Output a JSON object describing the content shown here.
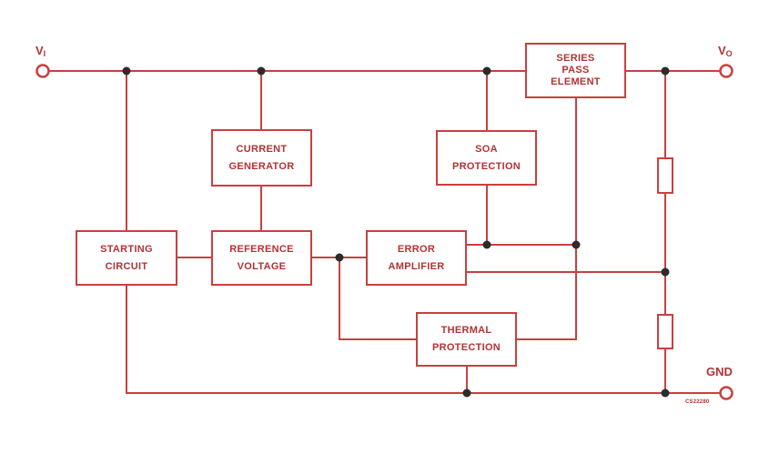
{
  "diagram": {
    "title": "voltage-regulator-block-diagram",
    "code": "CS22280",
    "terminals": {
      "vi": {
        "main": "V",
        "sub": "I"
      },
      "vo": {
        "main": "V",
        "sub": "O"
      },
      "gnd": "GND"
    },
    "blocks": {
      "series_pass": "SERIES\nPASS\nELEMENT",
      "current_generator": "CURRENT\nGENERATOR",
      "soa_protection": "SOA\nPROTECTION",
      "starting_circuit": "STARTING\nCIRCUIT",
      "reference_voltage": "REFERENCE\nVOLTAGE",
      "error_amplifier": "ERROR\nAMPLIFIER",
      "thermal_protection": "THERMAL\nPROTECTION"
    },
    "colors": {
      "line": "#c84040",
      "text": "#b13333",
      "dot": "#2d2b2b"
    }
  }
}
